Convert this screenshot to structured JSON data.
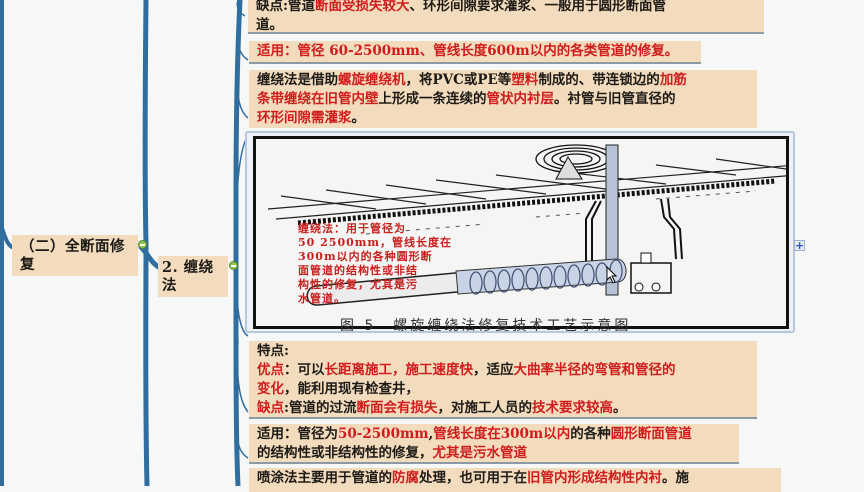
{
  "mindmap": {
    "level1": {
      "label": "（二）全断面修复"
    },
    "level2": {
      "label": "2. 缠绕法"
    },
    "notes": {
      "prev_disadvantage": {
        "lines": [
          [
            {
              "t": "缺点:管道",
              "hl": false
            },
            {
              "t": "断面受损失较大",
              "hl": true
            },
            {
              "t": "、环形间隙要求灌浆、一般用于圆形断面管",
              "hl": false
            }
          ],
          [
            {
              "t": "道。",
              "hl": false
            }
          ]
        ]
      },
      "prev_applicable": {
        "lines": [
          [
            {
              "t": "适用：管径 60-2500mm、管线长度600m以内的各类管道的修复。",
              "hl": true
            }
          ]
        ]
      },
      "winding_description": {
        "lines": [
          [
            {
              "t": "缠绕法是借助",
              "hl": false
            },
            {
              "t": "螺旋缠绕机",
              "hl": true
            },
            {
              "t": "，将PVC或PE等",
              "hl": false
            },
            {
              "t": "塑料",
              "hl": true
            },
            {
              "t": "制成的、带连锁边的",
              "hl": false
            },
            {
              "t": "加筋",
              "hl": true
            }
          ],
          [
            {
              "t": "条带缠绕在旧管内壁",
              "hl": true
            },
            {
              "t": "上形成一条连续的",
              "hl": false
            },
            {
              "t": "管状内衬层",
              "hl": true
            },
            {
              "t": "。衬管与旧管直径的",
              "hl": false
            }
          ],
          [
            {
              "t": "环形间隙需灌浆",
              "hl": true
            },
            {
              "t": "。",
              "hl": false
            }
          ]
        ]
      },
      "features": {
        "lines": [
          [
            {
              "t": "特点:",
              "hl": false
            }
          ],
          [
            {
              "t": "优点",
              "hl": true
            },
            {
              "t": "：可以",
              "hl": false
            },
            {
              "t": "长距离施工，施工速度快",
              "hl": true
            },
            {
              "t": "，适应",
              "hl": false
            },
            {
              "t": "大曲率半径的弯管和管径的",
              "hl": true
            }
          ],
          [
            {
              "t": "变化",
              "hl": true
            },
            {
              "t": "，能利用现有检查井，",
              "hl": false
            }
          ],
          [
            {
              "t": "缺点",
              "hl": true
            },
            {
              "t": ":管道的过流",
              "hl": false
            },
            {
              "t": "断面会有损失",
              "hl": true
            },
            {
              "t": "，对施工人员的",
              "hl": false
            },
            {
              "t": "技术要求较高",
              "hl": true
            },
            {
              "t": "。",
              "hl": false
            }
          ]
        ]
      },
      "applicable": {
        "lines": [
          [
            {
              "t": "适用：管径为",
              "hl": false
            },
            {
              "t": "50-2500mm",
              "hl": true
            },
            {
              "t": ",",
              "hl": false
            },
            {
              "t": "管线长度在300m以内",
              "hl": true
            },
            {
              "t": "的各种",
              "hl": false
            },
            {
              "t": "圆形断面管道",
              "hl": true
            }
          ],
          [
            {
              "t": "的结构性或非结构性的修复，",
              "hl": false
            },
            {
              "t": "尤其是污水管道",
              "hl": true
            }
          ]
        ]
      },
      "spraying_description": {
        "lines": [
          [
            {
              "t": "喷涂法主要用于管道的",
              "hl": false
            },
            {
              "t": "防腐",
              "hl": true
            },
            {
              "t": "处理，也可用于在",
              "hl": false
            },
            {
              "t": "旧管内形成结构性内衬",
              "hl": true
            },
            {
              "t": "。施",
              "hl": false
            }
          ]
        ]
      }
    },
    "figure": {
      "overlay_text": [
        "缠绕法：用于管径为",
        "50 2500mm，管线长度在",
        "300m以内的各种圆形断",
        "面管道的结构性或非结",
        "构性的修复，尤其是污",
        "水管道。"
      ],
      "caption": "图 5　螺旋缠绕法修复技术工艺示意图"
    },
    "expand_button": "+"
  },
  "colors": {
    "branch": "#2f6e9e",
    "node_bg": "#f2dcbd",
    "highlight": "#d01c1c",
    "background": "#f6f8f8"
  }
}
